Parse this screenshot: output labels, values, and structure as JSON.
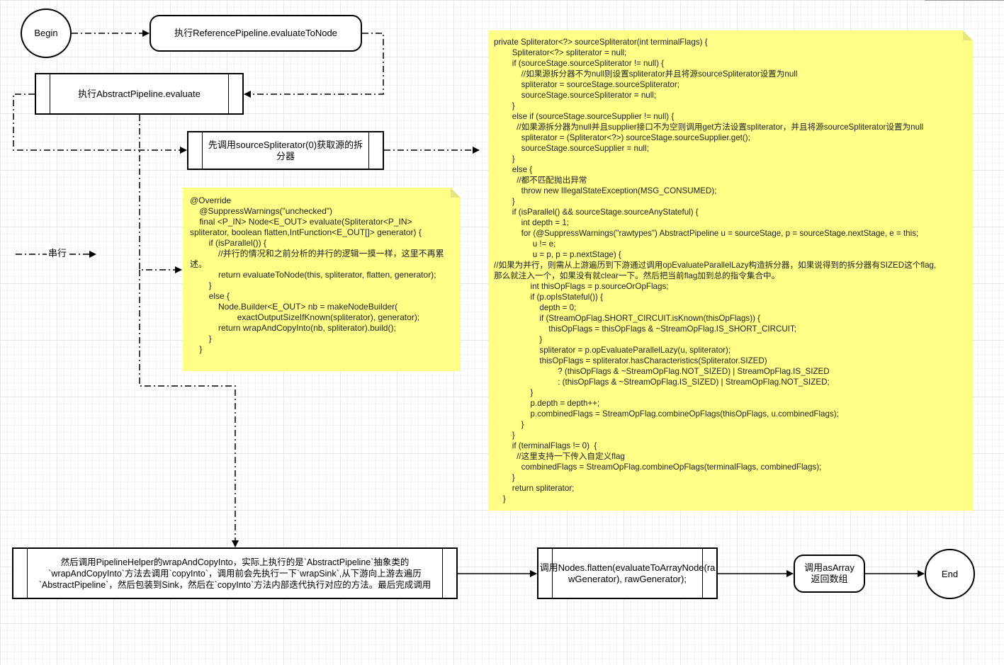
{
  "nodes": {
    "begin": "Begin",
    "evaluate_to_node": "执行ReferencePipeline.evaluateToNode",
    "abstract_evaluate": "执行AbstractPipeline.evaluate",
    "source_spliterator": "先调用sourceSpliterator(0)获取源的拆分器",
    "wrap_and_copy": "然后调用PipelineHelper的wrapAndCopyInto，实际上执行的是`AbstractPipeline`抽象类的`wrapAndCopyInto`方法去调用`copyInto`，调用前会先执行一下`wrapSink`,从下游向上游去遍历`AbstractPipeline`，然后包装到Sink，然后在`copyInto`方法内部迭代执行对应的方法。最后完成调用",
    "nodes_flatten": "调用Nodes.flatten(evaluateToArrayNode(rawGenerator), rawGenerator);",
    "as_array": "调用asArray返回数组",
    "end": "End"
  },
  "legend": {
    "label": "串行"
  },
  "notes": {
    "evaluate_code": "@Override\n    @SuppressWarnings(\"unchecked\")\n    final <P_IN> Node<E_OUT> evaluate(Spliterator<P_IN> spliterator, boolean flatten,IntFunction<E_OUT[]> generator) {\n        if (isParallel()) {\n            //并行的情况和之前分析的并行的逻辑一摸一样，这里不再累述。\n            return evaluateToNode(this, spliterator, flatten, generator);\n        }\n        else {\n            Node.Builder<E_OUT> nb = makeNodeBuilder(\n                    exactOutputSizeIfKnown(spliterator), generator);\n            return wrapAndCopyInto(nb, spliterator).build();\n        }\n    }",
    "source_spliterator_code": "private Spliterator<?> sourceSpliterator(int terminalFlags) {\n        Spliterator<?> spliterator = null;\n        if (sourceStage.sourceSpliterator != null) {\n            //如果源拆分器不为null则设置spliterator并且将源sourceSpliterator设置为null\n            spliterator = sourceStage.sourceSpliterator;\n            sourceStage.sourceSpliterator = null;\n        }\n        else if (sourceStage.sourceSupplier != null) {\n          //如果源拆分器为null并且supplier接口不为空则调用get方法设置spliterator，并且将源sourceSpliterator设置为null\n            spliterator = (Spliterator<?>) sourceStage.sourceSupplier.get();\n            sourceStage.sourceSupplier = null;\n        }\n        else {\n          //都不匹配抛出异常\n            throw new IllegalStateException(MSG_CONSUMED);\n        }\n        if (isParallel() && sourceStage.sourceAnyStateful) {\n            int depth = 1;\n            for (@SuppressWarnings(\"rawtypes\") AbstractPipeline u = sourceStage, p = sourceStage.nextStage, e = this;\n                 u != e;\n                 u = p, p = p.nextStage) {\n//如果为并行，则需从上游遍历到下游通过调用opEvaluateParallelLazy构造拆分器，如果说得到的拆分器有SIZED这个flag,\n那么就注入一个，如果没有就clear一下。然后把当前flag加到总的指令集合中。\n                int thisOpFlags = p.sourceOrOpFlags;\n                if (p.opIsStateful()) {\n                    depth = 0;\n                    if (StreamOpFlag.SHORT_CIRCUIT.isKnown(thisOpFlags)) {\n                        thisOpFlags = thisOpFlags & ~StreamOpFlag.IS_SHORT_CIRCUIT;\n                    }\n                    spliterator = p.opEvaluateParallelLazy(u, spliterator);\n                    thisOpFlags = spliterator.hasCharacteristics(Spliterator.SIZED)\n                            ? (thisOpFlags & ~StreamOpFlag.NOT_SIZED) | StreamOpFlag.IS_SIZED\n                            : (thisOpFlags & ~StreamOpFlag.IS_SIZED) | StreamOpFlag.NOT_SIZED;\n                }\n                p.depth = depth++;\n                p.combinedFlags = StreamOpFlag.combineOpFlags(thisOpFlags, u.combinedFlags);\n            }\n        }\n        if (terminalFlags != 0)  {\n          //这里支持一下传入自定义flag\n            combinedFlags = StreamOpFlag.combineOpFlags(terminalFlags, combinedFlags);\n        }\n        return spliterator;\n    }"
  },
  "colors": {
    "note_fill": "#ffff88",
    "stroke": "#000000",
    "grid": "#e6e6e6"
  }
}
